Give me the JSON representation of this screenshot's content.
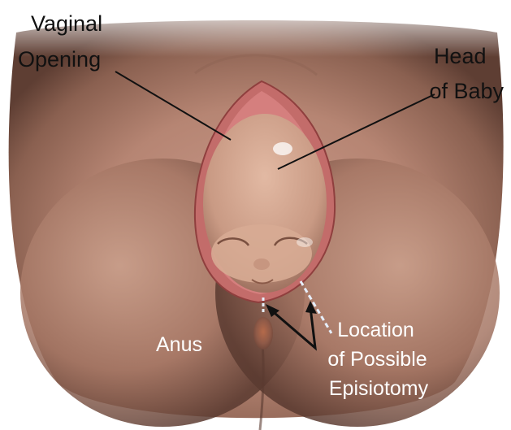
{
  "labels": {
    "vaginal_opening": [
      "Vaginal",
      "Opening"
    ],
    "head_of_baby": [
      "Head",
      "of Baby"
    ],
    "anus": "Anus",
    "episiotomy": [
      "Location",
      "of Possible",
      "Episiotomy"
    ]
  },
  "colors": {
    "label_dark": "#111111",
    "label_light": "#ffffff",
    "skin": "#b98872",
    "skin_shadow": "#6e4a3e",
    "tissue": "#c8706e",
    "baby_skin": "#d9ad96",
    "incision_line": "#e6eefa"
  }
}
